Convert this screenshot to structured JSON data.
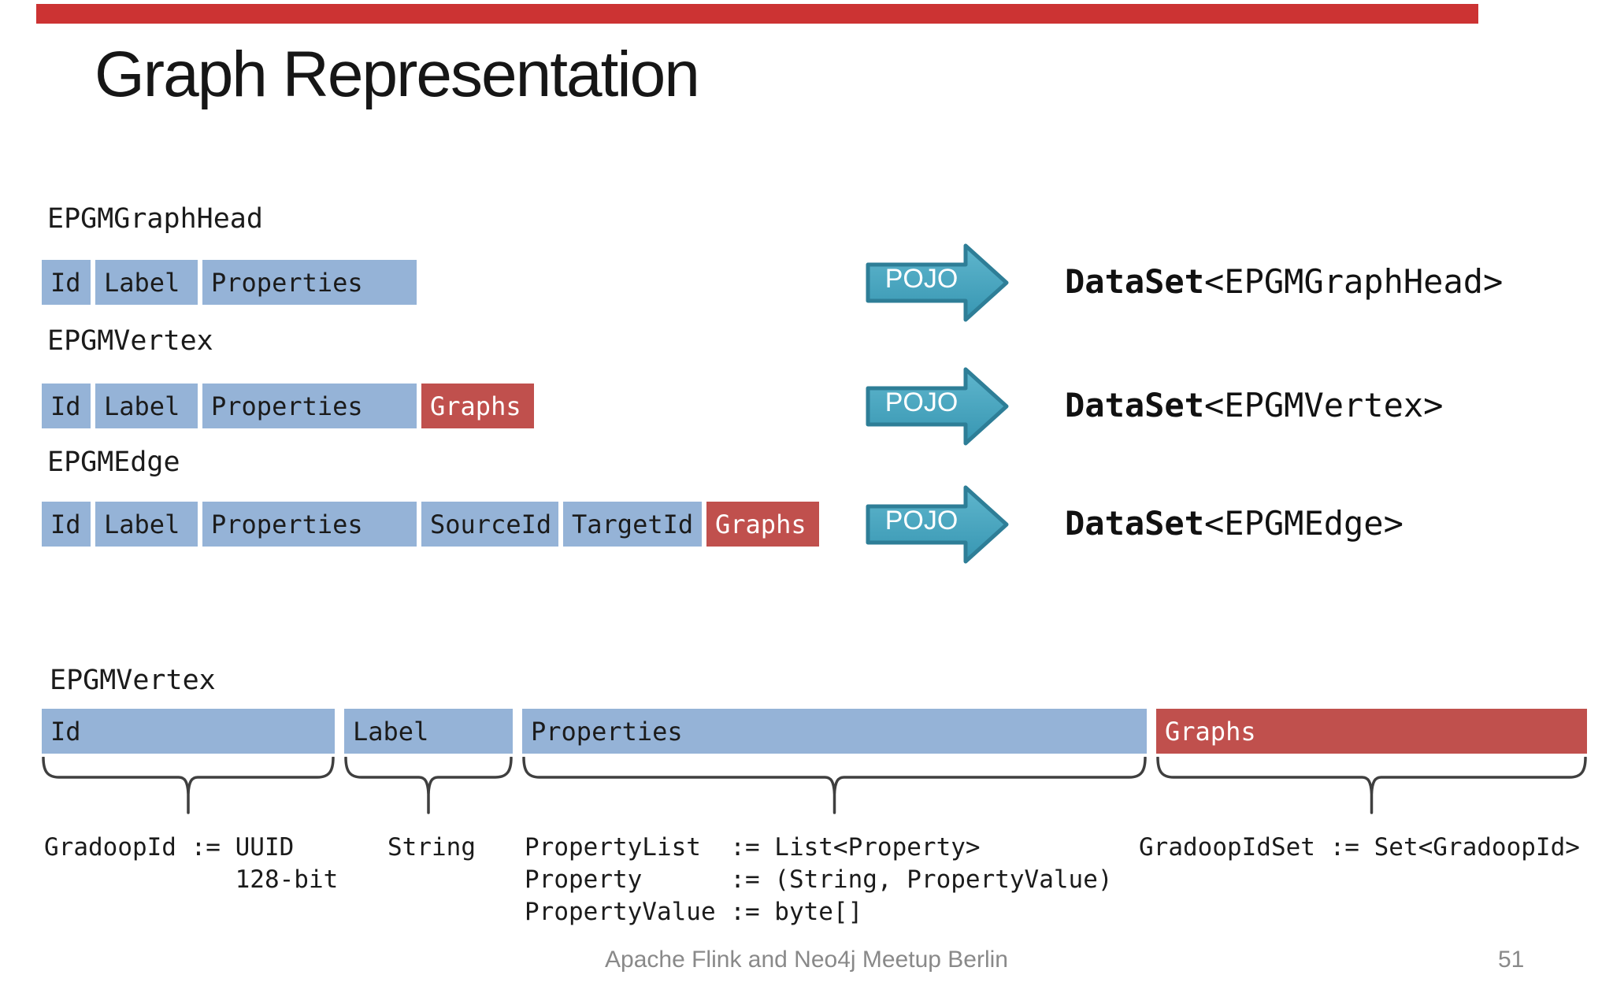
{
  "slide_title": "Graph Representation",
  "colors": {
    "accent_bar": "#cc3333",
    "cell_blue": "#95b3d7",
    "cell_red": "#c0504d",
    "arrow_fill_top": "#5fb6cd",
    "arrow_fill_bottom": "#3796b2",
    "arrow_border": "#2e7e97",
    "brace_stroke": "#3f3f3f",
    "footer_gray": "#898989"
  },
  "schemas": [
    {
      "name": "EPGMGraphHead",
      "fields": [
        {
          "label": "Id",
          "variant": "blue"
        },
        {
          "label": "Label",
          "variant": "blue"
        },
        {
          "label": "Properties",
          "variant": "blue"
        }
      ],
      "arrow_label": "POJO",
      "dataset_keyword": "DataSet",
      "dataset_type": "<EPGMGraphHead>"
    },
    {
      "name": "EPGMVertex",
      "fields": [
        {
          "label": "Id",
          "variant": "blue"
        },
        {
          "label": "Label",
          "variant": "blue"
        },
        {
          "label": "Properties",
          "variant": "blue"
        },
        {
          "label": "Graphs",
          "variant": "red"
        }
      ],
      "arrow_label": "POJO",
      "dataset_keyword": "DataSet",
      "dataset_type": "<EPGMVertex>"
    },
    {
      "name": "EPGMEdge",
      "fields": [
        {
          "label": "Id",
          "variant": "blue"
        },
        {
          "label": "Label",
          "variant": "blue"
        },
        {
          "label": "Properties",
          "variant": "blue"
        },
        {
          "label": "SourceId",
          "variant": "blue"
        },
        {
          "label": "TargetId",
          "variant": "blue"
        },
        {
          "label": "Graphs",
          "variant": "red"
        }
      ],
      "arrow_label": "POJO",
      "dataset_keyword": "DataSet",
      "dataset_type": "<EPGMEdge>"
    }
  ],
  "detail": {
    "name": "EPGMVertex",
    "fields": [
      {
        "label": "Id",
        "variant": "blue",
        "typedef": "GradoopId := UUID\n             128-bit"
      },
      {
        "label": "Label",
        "variant": "blue",
        "typedef": "String"
      },
      {
        "label": "Properties",
        "variant": "blue",
        "typedef": "PropertyList  := List<Property>\nProperty      := (String, PropertyValue)\nPropertyValue := byte[]"
      },
      {
        "label": "Graphs",
        "variant": "red",
        "typedef": "GradoopIdSet := Set<GradoopId>"
      }
    ]
  },
  "footer": {
    "text": "Apache Flink and Neo4j Meetup Berlin",
    "page": "51"
  }
}
